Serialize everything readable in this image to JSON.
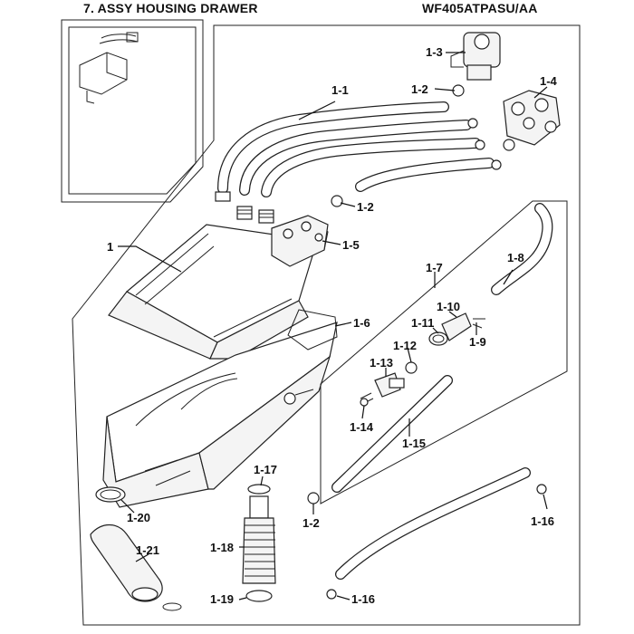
{
  "header": {
    "title": "7. ASSY HOUSING DRAWER",
    "model": "WF405ATPASU/AA"
  },
  "callouts": {
    "c1": "1",
    "c1_1": "1-1",
    "c1_2a": "1-2",
    "c1_2b": "1-2",
    "c1_2c": "1-2",
    "c1_3": "1-3",
    "c1_4": "1-4",
    "c1_5": "1-5",
    "c1_6": "1-6",
    "c1_7": "1-7",
    "c1_8": "1-8",
    "c1_9": "1-9",
    "c1_10": "1-10",
    "c1_11": "1-11",
    "c1_12": "1-12",
    "c1_13": "1-13",
    "c1_14": "1-14",
    "c1_15": "1-15",
    "c1_16a": "1-16",
    "c1_16b": "1-16",
    "c1_17": "1-17",
    "c1_18": "1-18",
    "c1_19": "1-19",
    "c1_20": "1-20",
    "c1_21": "1-21"
  }
}
